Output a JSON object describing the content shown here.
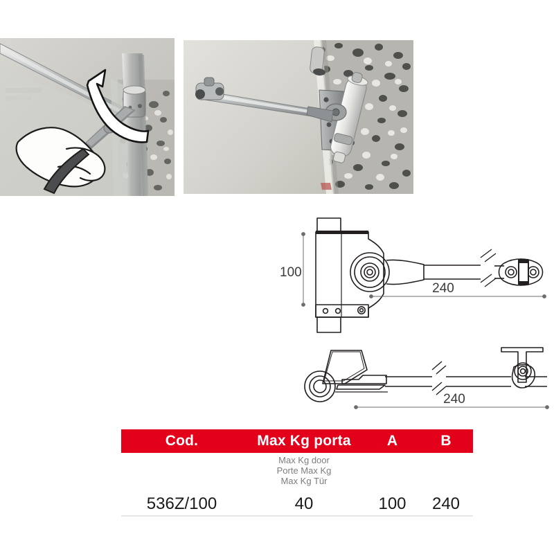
{
  "page": {
    "background_color": "#ffffff",
    "accent_color": "#e3001b"
  },
  "photos": [
    {
      "name": "installation-adjust",
      "caption": "Hand adjusting the door closer arm with a tool, white curved rotation arrow overlay",
      "alt": "Adjustment of closer arm"
    },
    {
      "name": "installed-closer",
      "caption": "Door closer installed on a door leaf with arm extended, gravel ground visible",
      "alt": "Installed door closer"
    }
  ],
  "drawings": {
    "front_view": {
      "name": "front-view",
      "height_dimension": "100",
      "length_dimension": "240",
      "break_symbol": "double-slash"
    },
    "plan_view": {
      "name": "plan-view",
      "length_dimension": "240",
      "break_symbol": "double-slash"
    }
  },
  "spec_table": {
    "headers": [
      {
        "label": "Cod.",
        "sub": []
      },
      {
        "label": "Max Kg porta",
        "sub": [
          "Max Kg door",
          "Porte Max Kg",
          "Max Kg Tür"
        ]
      },
      {
        "label": "A",
        "sub": []
      },
      {
        "label": "B",
        "sub": []
      }
    ],
    "rows": [
      {
        "cod": "536Z/100",
        "max_kg": "40",
        "a": "100",
        "b": "240"
      }
    ]
  }
}
